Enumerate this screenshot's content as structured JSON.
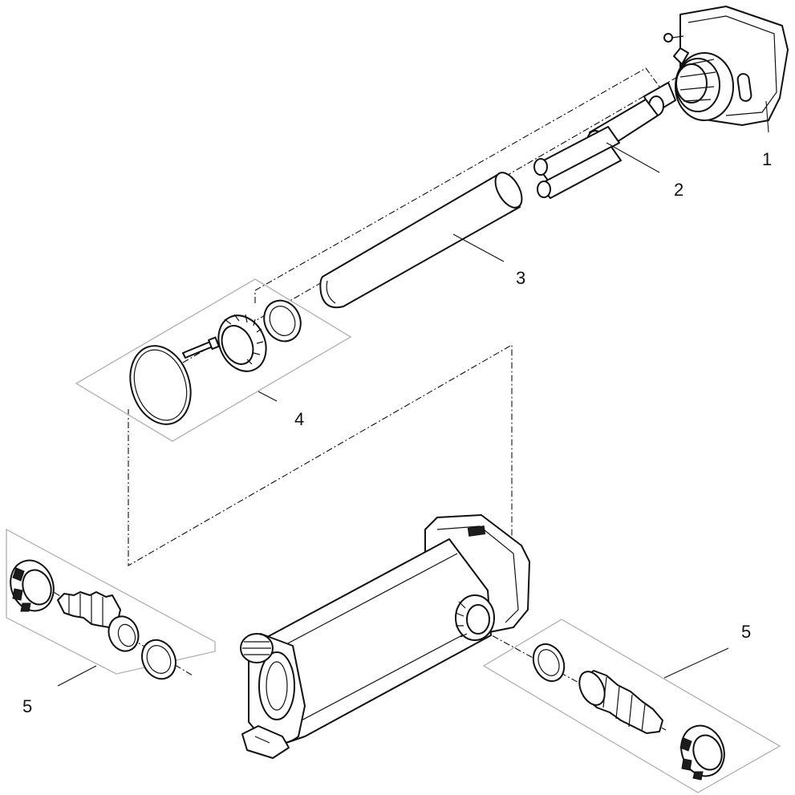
{
  "callouts": [
    {
      "label": "1"
    },
    {
      "label": "2"
    },
    {
      "label": "3"
    },
    {
      "label": "4"
    },
    {
      "label": "5"
    },
    {
      "label": "5"
    }
  ]
}
